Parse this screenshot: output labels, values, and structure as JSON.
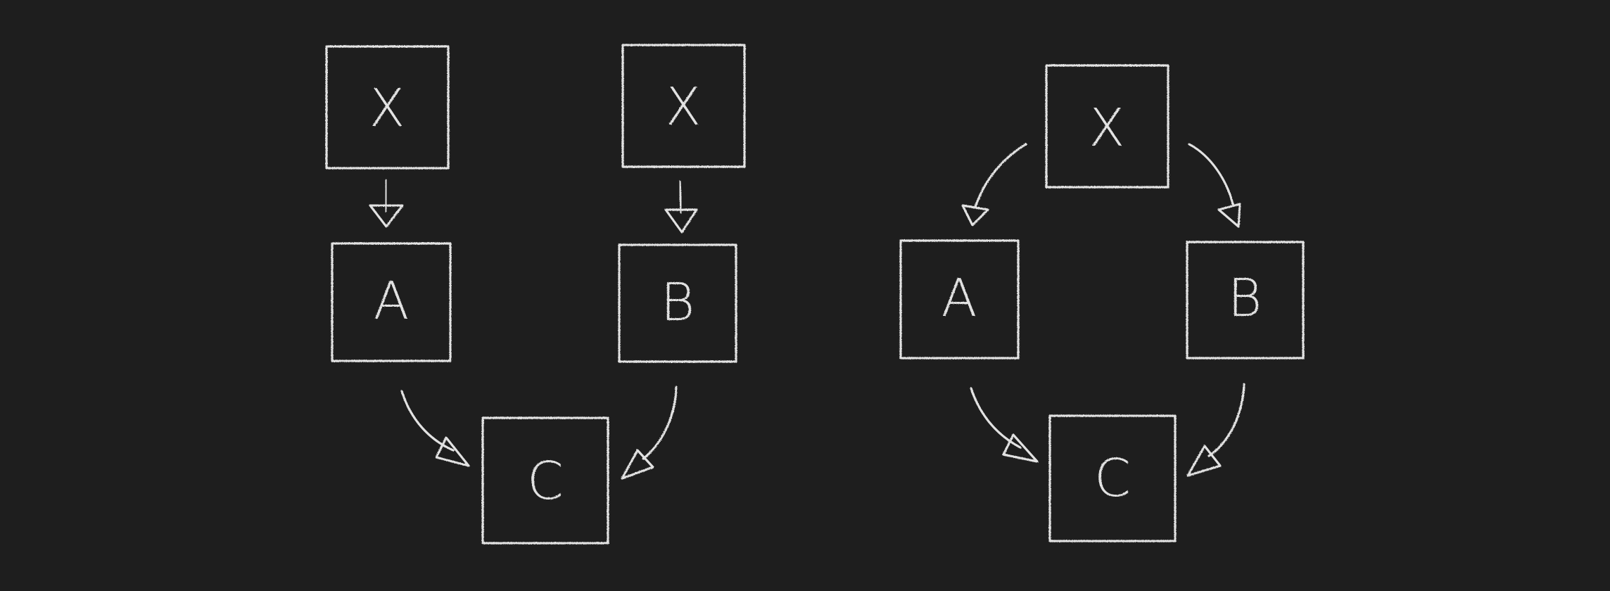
{
  "colors": {
    "background": "#1e1e1e",
    "chalk": "#e2e2e2"
  },
  "diagrams": [
    {
      "nodes": [
        {
          "id": "x1",
          "label": "X"
        },
        {
          "id": "x2",
          "label": "X"
        },
        {
          "id": "a",
          "label": "A"
        },
        {
          "id": "b",
          "label": "B"
        },
        {
          "id": "c",
          "label": "C"
        }
      ],
      "edges": [
        {
          "from": "x1",
          "to": "a"
        },
        {
          "from": "x2",
          "to": "b"
        },
        {
          "from": "a",
          "to": "c"
        },
        {
          "from": "b",
          "to": "c"
        }
      ]
    },
    {
      "nodes": [
        {
          "id": "x",
          "label": "X"
        },
        {
          "id": "a",
          "label": "A"
        },
        {
          "id": "b",
          "label": "B"
        },
        {
          "id": "c",
          "label": "C"
        }
      ],
      "edges": [
        {
          "from": "x",
          "to": "a"
        },
        {
          "from": "x",
          "to": "b"
        },
        {
          "from": "a",
          "to": "c"
        },
        {
          "from": "b",
          "to": "c"
        }
      ]
    }
  ]
}
